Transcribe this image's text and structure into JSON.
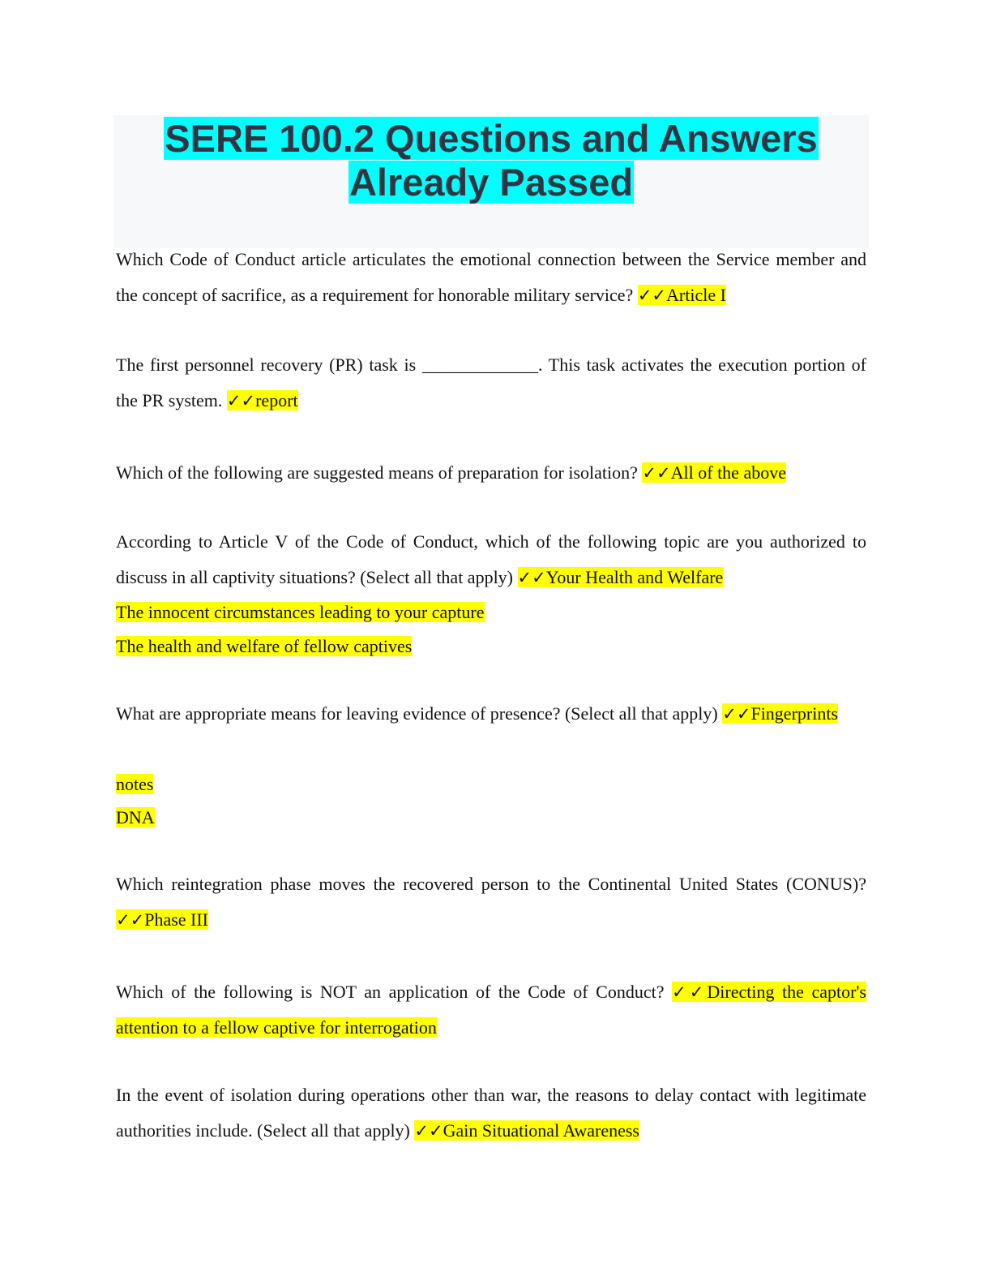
{
  "title": {
    "line1": "SERE 100.2 Questions and Answers",
    "line2": "Already Passed"
  },
  "check_mark": "✓✓",
  "items": [
    {
      "question": "Which Code of Conduct article articulates the emotional connection between the Service member and the concept of sacrifice, as a requirement for honorable military service?",
      "answer": "Article I"
    },
    {
      "question": "The first personnel recovery (PR) task is _____________. This task activates the execution portion of the PR system.",
      "answer": "report"
    },
    {
      "question": "Which of the following are suggested means of preparation for isolation?",
      "answer": "All of the above"
    },
    {
      "question": "According to Article V of the Code of Conduct, which of the following topic are you authorized to discuss in all captivity situations? (Select all that apply)",
      "answer": "Your Health and Welfare",
      "more": [
        "The innocent circumstances leading to your capture",
        "The health and welfare of fellow captives"
      ]
    },
    {
      "question": "What are appropriate means for leaving evidence of presence? (Select all that apply)",
      "answer": "Fingerprints",
      "more": [
        "notes",
        "DNA"
      ]
    },
    {
      "question": "Which reintegration phase moves the recovered person to the Continental United States (CONUS)?",
      "answer": "Phase III"
    },
    {
      "question": "Which of the following is NOT an application of the Code of Conduct?",
      "answer": "Directing the captor's attention to a fellow captive for interrogation"
    },
    {
      "question": "In the event of isolation during operations other than war, the reasons to delay contact with legitimate authorities include. (Select all that apply)",
      "answer": "Gain Situational Awareness"
    }
  ]
}
